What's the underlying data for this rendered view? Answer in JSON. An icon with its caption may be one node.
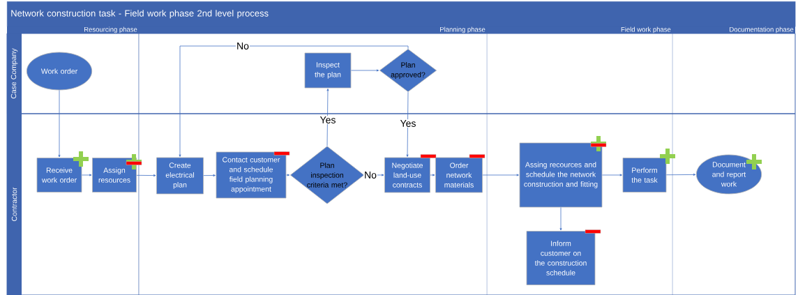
{
  "diagram": {
    "title": "Network construction task - Field work phase 2nd level process",
    "nodes": [
      {
        "text": [
          "Case Company"
        ]
      },
      {
        "text": [
          "Contractor"
        ]
      },
      {
        "text": [
          "Work order"
        ],
        "in": 0
      },
      {
        "text": [
          "Inspect the plan"
        ],
        "in": 0
      },
      {
        "text": [
          "Plan approved?"
        ],
        "in": 0
      },
      {
        "text": [
          "Receive work order"
        ],
        "in": 1
      },
      {
        "text": [
          "Assign resources"
        ],
        "in": 1
      },
      {
        "text": [
          "Create electrical plan"
        ],
        "in": 1
      },
      {
        "text": [
          "Contact customer and schedule field planning appointment"
        ],
        "in": 1
      },
      {
        "text": [
          "Plan inspection criteria met?"
        ],
        "in": 1
      },
      {
        "text": [
          "Negotiate land-use contracts"
        ],
        "in": 1
      },
      {
        "text": [
          "Order network materials"
        ],
        "in": 1
      },
      {
        "text": [
          "Assing recources and schedule the network construction and fitting"
        ],
        "in": 1
      },
      {
        "text": [
          "Perform the task"
        ],
        "in": 1
      },
      {
        "text": [
          "Document and report work"
        ],
        "in": 1
      },
      {
        "text": [
          "Inform customer on the construction schedule"
        ],
        "in": 1
      }
    ],
    "edges": [
      {
        "from": 2,
        "to": 5,
        "arrow": "to"
      },
      {
        "from": 5,
        "to": 6,
        "arrow": "to"
      },
      {
        "from": 6,
        "to": 7,
        "arrow": "to"
      },
      {
        "from": 7,
        "to": 8,
        "arrow": "to"
      },
      {
        "from": 8,
        "to": 9,
        "arrow": "to"
      },
      {
        "from": 9,
        "to": 10,
        "arrow": "to",
        "label": "No"
      },
      {
        "from": 9,
        "to": 3,
        "arrow": "to",
        "label": "Yes"
      },
      {
        "from": 3,
        "to": 4,
        "arrow": "to"
      },
      {
        "from": 4,
        "to": 7,
        "arrow": "to",
        "label": "No"
      },
      {
        "from": 4,
        "to": 10,
        "arrow": "to",
        "label": "Yes"
      },
      {
        "from": 10,
        "to": 11,
        "arrow": "to"
      },
      {
        "from": 11,
        "to": 12,
        "arrow": "to"
      },
      {
        "from": 12,
        "to": 13,
        "arrow": "to"
      },
      {
        "from": 13,
        "to": 14,
        "arrow": "to"
      },
      {
        "from": 12,
        "to": 15,
        "arrow": "to"
      }
    ],
    "labels": [
      "Resourcing phase",
      "Planning phase",
      "Field work phase",
      "Documentation phase"
    ]
  }
}
